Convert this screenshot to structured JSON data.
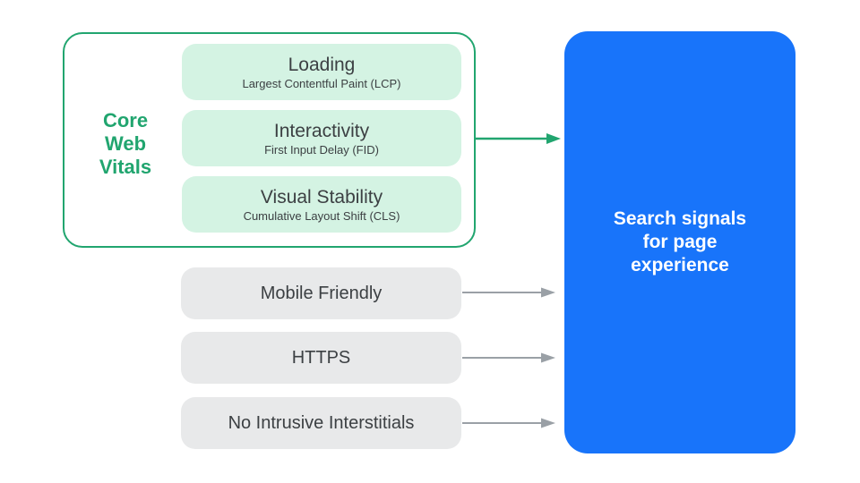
{
  "diagram": {
    "core_web_vitals": {
      "label": "Core Web Vitals",
      "items": [
        {
          "title": "Loading",
          "subtitle": "Largest Contentful Paint (LCP)"
        },
        {
          "title": "Interactivity",
          "subtitle": "First Input Delay (FID)"
        },
        {
          "title": "Visual Stability",
          "subtitle": "Cumulative Layout Shift (CLS)"
        }
      ]
    },
    "other_signals": [
      {
        "label": "Mobile Friendly"
      },
      {
        "label": "HTTPS"
      },
      {
        "label": "No Intrusive Interstitials"
      }
    ],
    "result": {
      "label": "Search signals for page experience"
    },
    "colors": {
      "green_accent": "#21A56F",
      "green_fill": "#D4F3E3",
      "gray_fill": "#E8E9EA",
      "arrow_gray": "#9AA0A6",
      "blue_fill": "#1874FA",
      "text_dark": "#3C4043",
      "text_white": "#FFFFFF"
    }
  }
}
